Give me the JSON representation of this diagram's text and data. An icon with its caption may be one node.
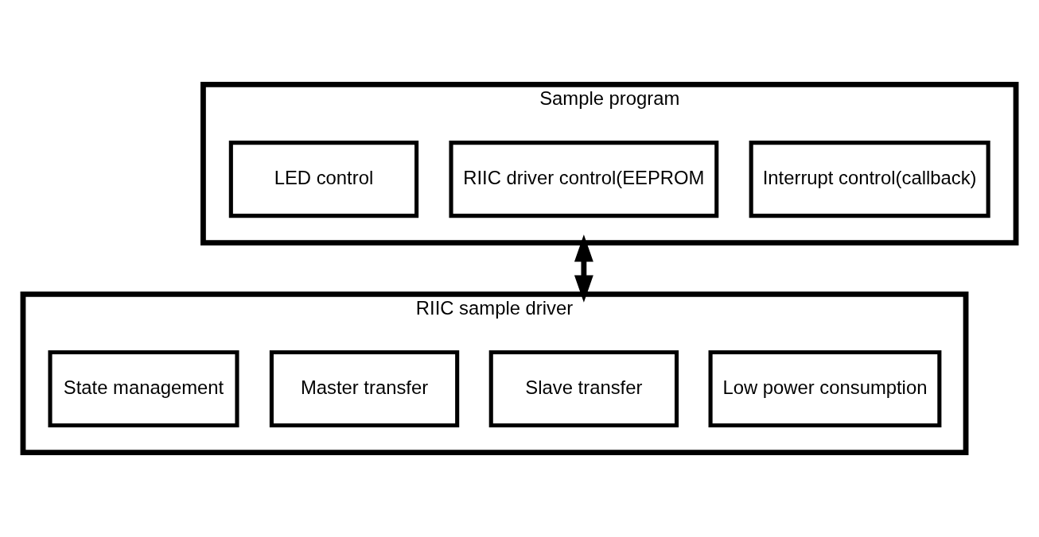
{
  "diagram": {
    "nodes": [
      {
        "text": [
          "Sample program"
        ]
      },
      {
        "text": [
          "LED control"
        ],
        "in": 0
      },
      {
        "text": [
          "RIIC driver control(EEPROM"
        ],
        "in": 0
      },
      {
        "text": [
          "Interrupt control(callback)"
        ],
        "in": 0
      },
      {
        "text": [
          "RIIC sample driver"
        ]
      },
      {
        "text": [
          "State management"
        ],
        "in": 4
      },
      {
        "text": [
          "Master transfer"
        ],
        "in": 4
      },
      {
        "text": [
          "Slave transfer"
        ],
        "in": 4
      },
      {
        "text": [
          "Low power consumption"
        ],
        "in": 4
      }
    ],
    "edges": [
      {
        "from": 0,
        "to": 4,
        "arrow": "both"
      }
    ]
  }
}
